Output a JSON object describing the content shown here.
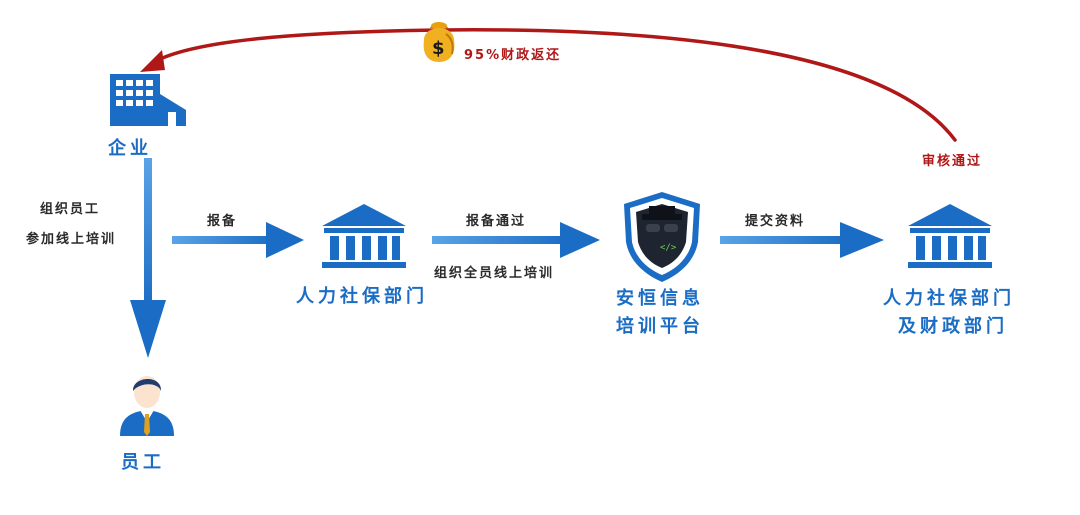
{
  "nodes": {
    "enterprise": "企业",
    "employee": "员工",
    "hr_dept": "人力社保部门",
    "platform_line1": "安恒信息",
    "platform_line2": "培训平台",
    "hr_finance_line1": "人力社保部门",
    "hr_finance_line2": "及财政部门"
  },
  "edges": {
    "organize_line1": "组织员工",
    "organize_line2": "参加线上培训",
    "report": "报备",
    "report_passed": "报备通过",
    "organize_all": "组织全员线上培训",
    "submit": "提交资料",
    "review_passed": "审核通过",
    "refund": "95%财政返还"
  },
  "icons": {
    "enterprise": "building-icon",
    "employee": "person-icon",
    "hr_dept": "government-building-icon",
    "platform": "hacker-shield-icon",
    "hr_finance": "government-building-icon",
    "refund": "money-bag-icon"
  },
  "colors": {
    "primary": "#1a6cc4",
    "accent_red": "#b01818",
    "money_gold": "#e8a010"
  }
}
